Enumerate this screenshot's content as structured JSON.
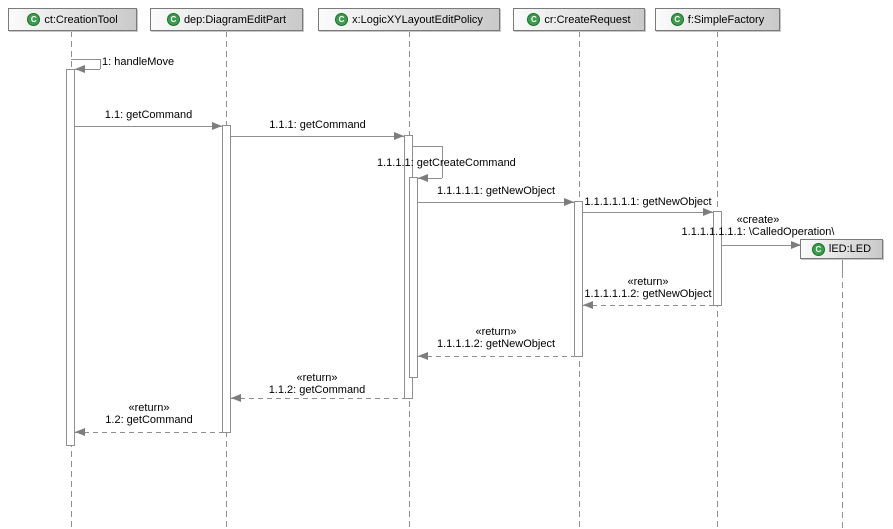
{
  "diagram": {
    "title": "UML sequence diagram",
    "class_icon_letter": "C",
    "participants": [
      {
        "name": "ct:CreationTool"
      },
      {
        "name": "dep:DiagramEditPart"
      },
      {
        "name": "x:LogicXYLayoutEditPolicy"
      },
      {
        "name": "cr:CreateRequest"
      },
      {
        "name": "f:SimpleFactory"
      },
      {
        "name": "lED:LED"
      }
    ],
    "messages": [
      {
        "label": "1: handleMove",
        "kind": "self-call",
        "from": "ct:CreationTool",
        "to": "ct:CreationTool"
      },
      {
        "label": "1.1: getCommand",
        "kind": "call",
        "from": "ct:CreationTool",
        "to": "dep:DiagramEditPart"
      },
      {
        "label": "1.1.1: getCommand",
        "kind": "call",
        "from": "dep:DiagramEditPart",
        "to": "x:LogicXYLayoutEditPolicy"
      },
      {
        "label": "1.1.1.1: getCreateCommand",
        "kind": "self-call",
        "from": "x:LogicXYLayoutEditPolicy",
        "to": "x:LogicXYLayoutEditPolicy"
      },
      {
        "label": "1.1.1.1.1: getNewObject",
        "kind": "call",
        "from": "x:LogicXYLayoutEditPolicy",
        "to": "cr:CreateRequest"
      },
      {
        "label": "1.1.1.1.1.1: getNewObject",
        "kind": "call",
        "from": "cr:CreateRequest",
        "to": "f:SimpleFactory"
      },
      {
        "stereotype": "«create»",
        "label": "1.1.1.1.1.1.1: \\CalledOperation\\",
        "kind": "create",
        "from": "f:SimpleFactory",
        "to": "lED:LED"
      },
      {
        "stereotype": "«return»",
        "label": "1.1.1.1.1.2: getNewObject",
        "kind": "return",
        "from": "f:SimpleFactory",
        "to": "cr:CreateRequest"
      },
      {
        "stereotype": "«return»",
        "label": "1.1.1.1.2: getNewObject",
        "kind": "return",
        "from": "cr:CreateRequest",
        "to": "x:LogicXYLayoutEditPolicy"
      },
      {
        "stereotype": "«return»",
        "label": "1.1.2: getCommand",
        "kind": "return",
        "from": "x:LogicXYLayoutEditPolicy",
        "to": "dep:DiagramEditPart"
      },
      {
        "stereotype": "«return»",
        "label": "1.2: getCommand",
        "kind": "return",
        "from": "dep:DiagramEditPart",
        "to": "ct:CreationTool"
      }
    ],
    "colors": {
      "line_gray": "#8f8f8f",
      "arrow_gray": "#7d7d7d",
      "box_border": "#7a7a7a",
      "box_gradient_start": "#fbfbfb",
      "box_gradient_end": "#c9c9c9",
      "icon_green": "#3a9e4c",
      "text": "#000000",
      "background": "#ffffff"
    }
  }
}
